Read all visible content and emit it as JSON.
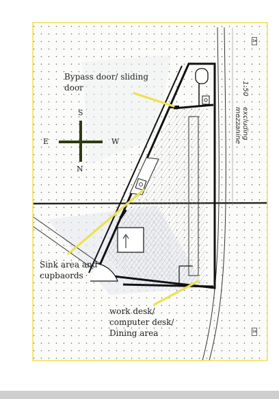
{
  "drawing": {
    "scale_note": "1:50",
    "handwritten_title": "excluding mezzanine",
    "side_marks": [
      "1m",
      "1m"
    ]
  },
  "annotations": {
    "bypass_door": "Bypass door/ sliding\ndoor",
    "sink_area": "Sink area and\ncupbaords",
    "work_desk": "work desk/\ncomputer desk/\nDining area"
  },
  "compass": {
    "north": "N",
    "south": "S",
    "east": "E",
    "west": "W"
  },
  "colors": {
    "frame": "#f2e15a",
    "leader": "#ece24c",
    "wall": "#111111",
    "hatch": "#9a9a9a",
    "compass": "#2e3a12"
  }
}
